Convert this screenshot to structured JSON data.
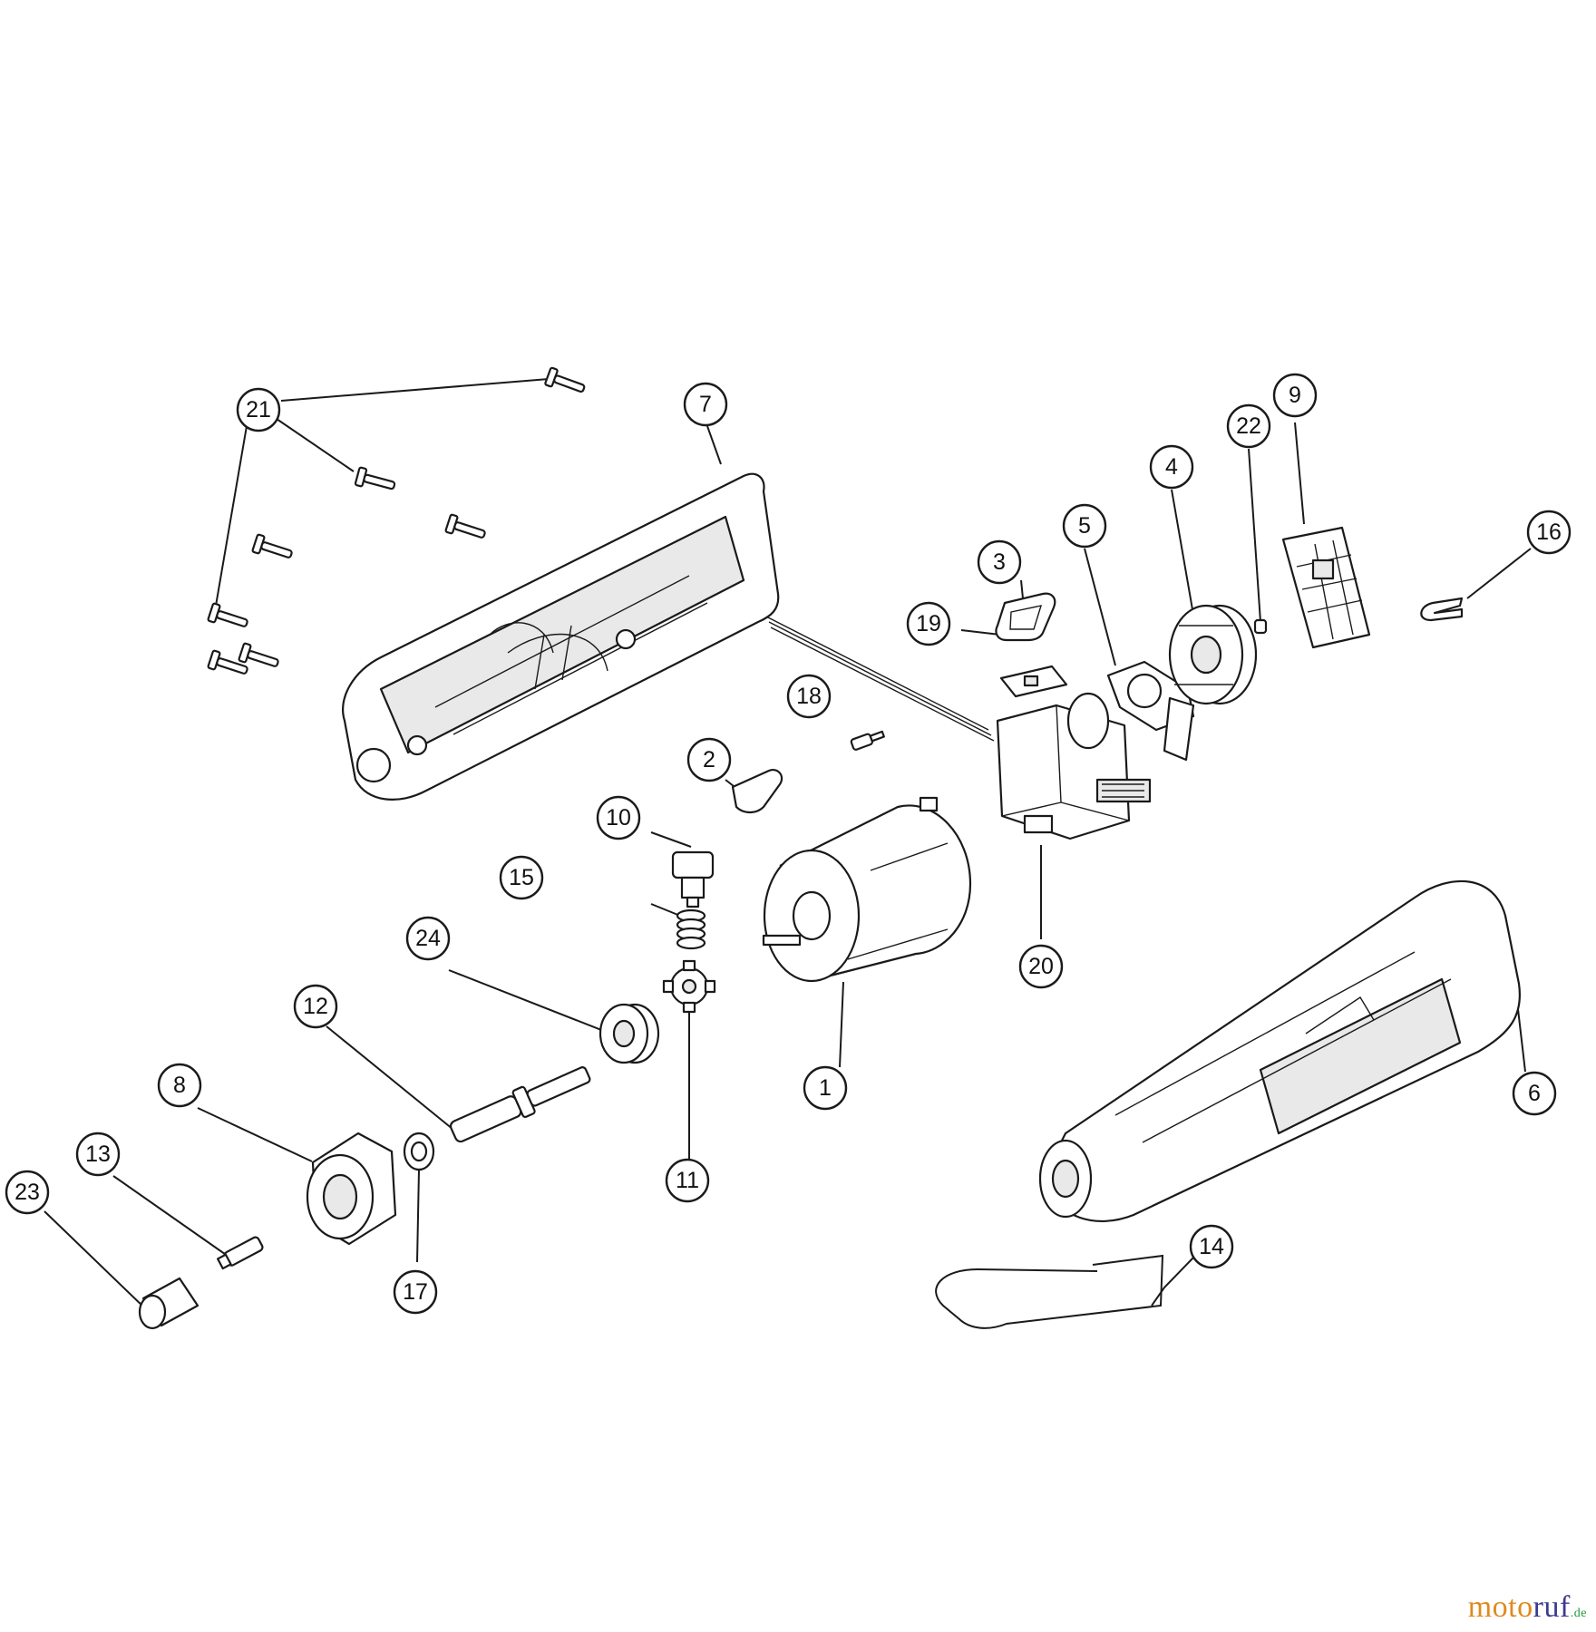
{
  "callouts": {
    "c1": "1",
    "c2": "2",
    "c3": "3",
    "c4": "4",
    "c5": "5",
    "c6": "6",
    "c7": "7",
    "c8": "8",
    "c9": "9",
    "c10": "10",
    "c11": "11",
    "c12": "12",
    "c13": "13",
    "c14": "14",
    "c15": "15",
    "c16": "16",
    "c17": "17",
    "c18": "18",
    "c19": "19",
    "c20": "20",
    "c21": "21",
    "c22": "22",
    "c23": "23",
    "c24": "24"
  },
  "watermark": {
    "part1": "moto",
    "part2": "ruf",
    "part3": ".de"
  },
  "colors": {
    "line": "#1a1a1a",
    "watermark_orange": "#e08a1e",
    "watermark_blue": "#3b3b8f",
    "watermark_green": "#1f9a3a"
  }
}
